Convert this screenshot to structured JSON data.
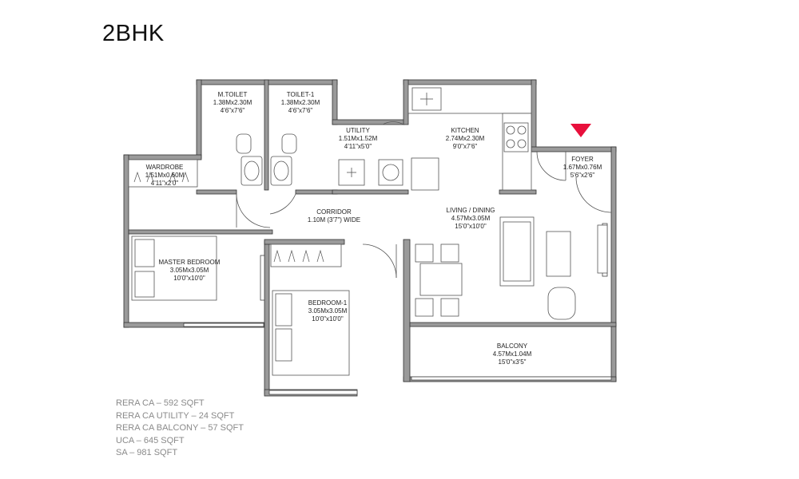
{
  "plan_title": "2BHK",
  "accent_color": "#e8103c",
  "entrance_icon": "triangle-down-icon",
  "rooms": [
    {
      "id": "m-toilet",
      "name": "M.TOILET",
      "metric": "1.38Mx2.30M",
      "imperial": "4'6\"x7'6\""
    },
    {
      "id": "toilet-1",
      "name": "TOILET-1",
      "metric": "1.38Mx2.30M",
      "imperial": "4'6\"x7'6\""
    },
    {
      "id": "utility",
      "name": "UTILITY",
      "metric": "1.51Mx1.52M",
      "imperial": "4'11\"x5'0\""
    },
    {
      "id": "kitchen",
      "name": "KITCHEN",
      "metric": "2.74Mx2.30M",
      "imperial": "9'0\"x7'6\""
    },
    {
      "id": "foyer",
      "name": "FOYER",
      "metric": "1.67Mx0.76M",
      "imperial": "5'6\"x2'6\""
    },
    {
      "id": "wardrobe",
      "name": "WARDROBE",
      "metric": "1.51Mx0.60M",
      "imperial": "4'11\"x2'0\""
    },
    {
      "id": "corridor",
      "name": "CORRIDOR",
      "metric": "1.10M (3'7\") WIDE",
      "imperial": ""
    },
    {
      "id": "living-dining",
      "name": "LIVING / DINING",
      "metric": "4.57Mx3.05M",
      "imperial": "15'0\"x10'0\""
    },
    {
      "id": "master-bedroom",
      "name": "MASTER BEDROOM",
      "metric": "3.05Mx3.05M",
      "imperial": "10'0\"x10'0\""
    },
    {
      "id": "bedroom-1",
      "name": "BEDROOM-1",
      "metric": "3.05Mx3.05M",
      "imperial": "10'0\"x10'0\""
    },
    {
      "id": "balcony",
      "name": "BALCONY",
      "metric": "4.57Mx1.04M",
      "imperial": "15'0\"x3'5\""
    }
  ],
  "area_stats": [
    "RERA CA – 592 SQFT",
    "RERA CA UTILITY – 24 SQFT",
    "RERA CA BALCONY – 57 SQFT",
    "UCA – 645 SQFT",
    "SA – 981 SQFT"
  ]
}
